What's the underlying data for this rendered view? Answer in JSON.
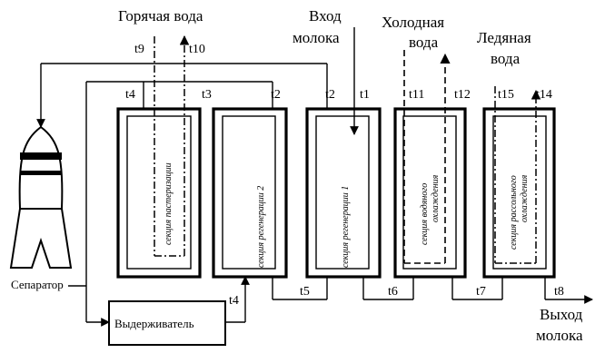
{
  "headings": {
    "hot_water": "Горячая вода",
    "milk_in_1": "Вход",
    "milk_in_2": "молока",
    "cold_water_1": "Холодная",
    "cold_water_2": "вода",
    "ice_water_1": "Ледяная",
    "ice_water_2": "вода",
    "milk_out_1": "Выход",
    "milk_out_2": "молока"
  },
  "components": {
    "separator": "Сепаратор",
    "holder": "Выдерживатель"
  },
  "sections": {
    "pasteurization": "секция пастеризации",
    "regeneration_2": "секция регенерации 2",
    "regeneration_1": "секция регенерации 1",
    "water_cooling_1": "секция водяного",
    "water_cooling_2": "охлаждения",
    "brine_cooling_1": "секция рассольного",
    "brine_cooling_2": "охлаждения"
  },
  "temps": {
    "t1": "t1",
    "t2a": "t2",
    "t2b": "t2",
    "t3": "t3",
    "t4a": "t4",
    "t4b": "t4",
    "t5": "t5",
    "t6": "t6",
    "t7": "t7",
    "t8": "t8",
    "t9": "t9",
    "t10": "t10",
    "t11": "t11",
    "t12": "t12",
    "t14": "t14",
    "t15": "t15"
  }
}
